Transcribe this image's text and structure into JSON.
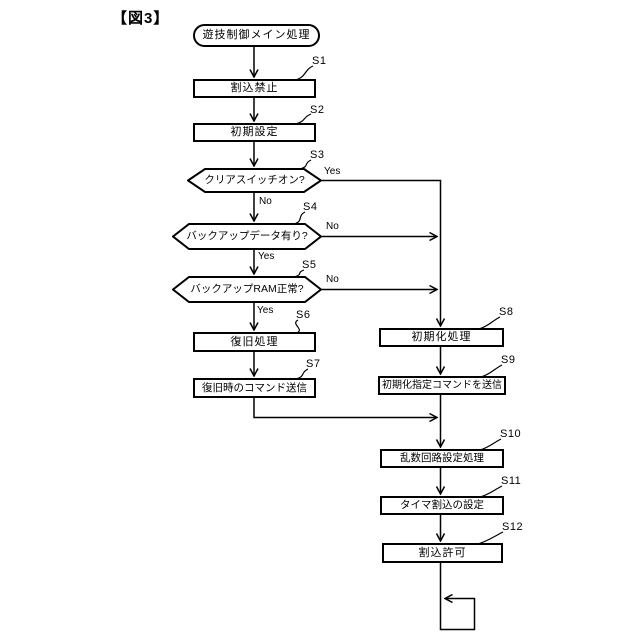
{
  "figure": {
    "label": "【図3】"
  },
  "flow": {
    "start": {
      "label": "遊技制御メイン処理"
    },
    "steps": [
      {
        "id": "S1",
        "label": "割込禁止",
        "type": "process"
      },
      {
        "id": "S2",
        "label": "初期設定",
        "type": "process"
      },
      {
        "id": "S3",
        "label": "クリアスイッチオン?",
        "type": "decision",
        "yes_label": "Yes",
        "no_label": "No"
      },
      {
        "id": "S4",
        "label": "バックアップデータ有り?",
        "type": "decision",
        "yes_label": "Yes",
        "no_label": "No"
      },
      {
        "id": "S5",
        "label": "バックアップRAM正常?",
        "type": "decision",
        "yes_label": "Yes",
        "no_label": "No"
      },
      {
        "id": "S6",
        "label": "復旧処理",
        "type": "process"
      },
      {
        "id": "S7",
        "label": "復旧時のコマンド送信",
        "type": "process"
      },
      {
        "id": "S8",
        "label": "初期化処理",
        "type": "process"
      },
      {
        "id": "S9",
        "label": "初期化指定コマンドを送信",
        "type": "process"
      },
      {
        "id": "S10",
        "label": "乱数回路設定処理",
        "type": "process"
      },
      {
        "id": "S11",
        "label": "タイマ割込の設定",
        "type": "process"
      },
      {
        "id": "S12",
        "label": "割込許可",
        "type": "process"
      }
    ],
    "colors": {
      "line": "#000000",
      "background": "#ffffff",
      "text": "#000000"
    }
  }
}
